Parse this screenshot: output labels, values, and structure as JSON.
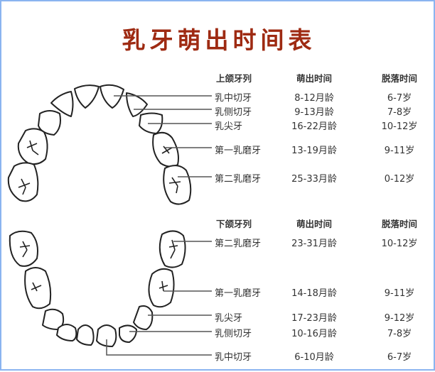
{
  "title": "乳牙萌出时间表",
  "colors": {
    "title": "#9e2a12",
    "border": "#8ab4f0",
    "text": "#333333",
    "line": "#555555"
  },
  "upper": {
    "headers": {
      "tooth": "上颌牙列",
      "eruption": "萌出时间",
      "shedding": "脱落时间"
    },
    "rows": [
      {
        "tooth": "乳中切牙",
        "eruption": "8-12月龄",
        "shedding": "6-7岁"
      },
      {
        "tooth": "乳侧切牙",
        "eruption": "9-13月龄",
        "shedding": "7-8岁"
      },
      {
        "tooth": "乳尖牙",
        "eruption": "16-22月龄",
        "shedding": "10-12岁"
      },
      {
        "tooth": "第一乳磨牙",
        "eruption": "13-19月龄",
        "shedding": "9-11岁"
      },
      {
        "tooth": "第二乳磨牙",
        "eruption": "25-33月龄",
        "shedding": "0-12岁"
      }
    ]
  },
  "lower": {
    "headers": {
      "tooth": "下颌牙列",
      "eruption": "萌出时间",
      "shedding": "脱落时间"
    },
    "rows": [
      {
        "tooth": "第二乳磨牙",
        "eruption": "23-31月龄",
        "shedding": "10-12岁"
      },
      {
        "tooth": "第一乳磨牙",
        "eruption": "14-18月龄",
        "shedding": "9-11岁"
      },
      {
        "tooth": "乳尖牙",
        "eruption": "17-23月龄",
        "shedding": "9-12岁"
      },
      {
        "tooth": "乳侧切牙",
        "eruption": "10-16月龄",
        "shedding": "7-8岁"
      },
      {
        "tooth": "乳中切牙",
        "eruption": "6-10月龄",
        "shedding": "6-7岁"
      }
    ]
  }
}
